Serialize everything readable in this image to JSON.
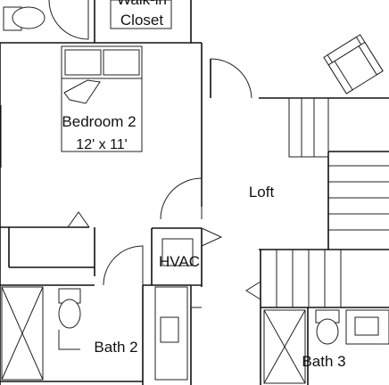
{
  "rooms": {
    "walk_in_closet": {
      "line1": "Walk-in",
      "line2": "Closet"
    },
    "bedroom2": {
      "name": "Bedroom 2",
      "dims": "12' x 11'"
    },
    "loft": {
      "name": "Loft"
    },
    "hvac": {
      "name": "HVAC"
    },
    "bath2": {
      "name": "Bath 2"
    },
    "bath3": {
      "name": "Bath 3"
    }
  }
}
